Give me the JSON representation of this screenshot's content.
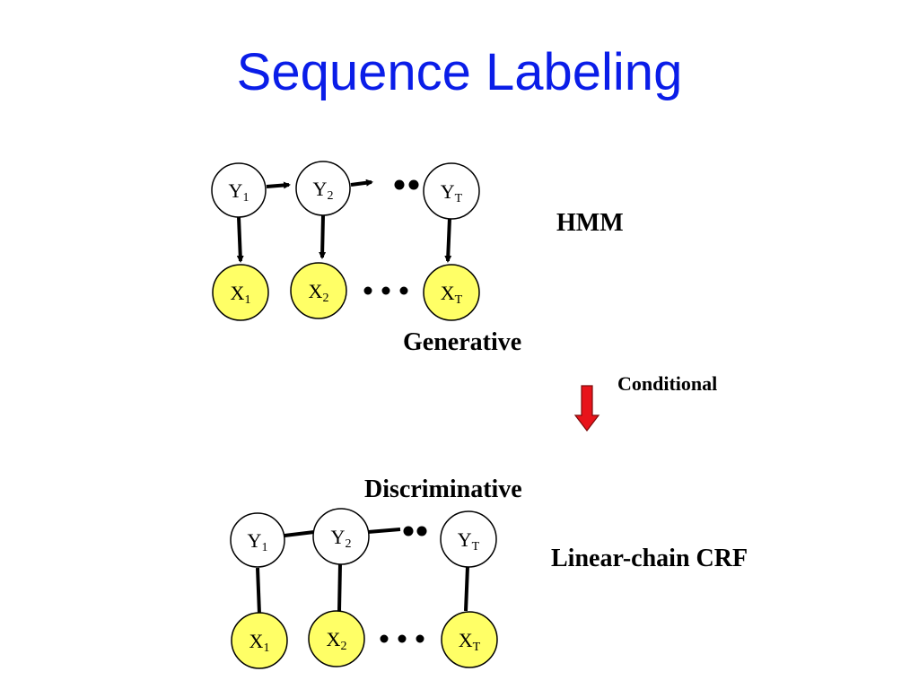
{
  "slide": {
    "title": "Sequence Labeling"
  },
  "colors": {
    "title": "#0a1de8",
    "observed_fill": "#ffff66",
    "hidden_fill": "#ffffff",
    "arrow_red": "#e8141b"
  },
  "hmm": {
    "label": "HMM",
    "caption": "Generative",
    "hidden_nodes": [
      {
        "letter": "Y",
        "sub": "1"
      },
      {
        "letter": "Y",
        "sub": "2"
      },
      {
        "letter": "Y",
        "sub": "T"
      }
    ],
    "observed_nodes": [
      {
        "letter": "X",
        "sub": "1"
      },
      {
        "letter": "X",
        "sub": "2"
      },
      {
        "letter": "X",
        "sub": "T"
      }
    ]
  },
  "transition": {
    "label": "Conditional"
  },
  "crf": {
    "label": "Linear-chain CRF",
    "caption": "Discriminative",
    "hidden_nodes": [
      {
        "letter": "Y",
        "sub": "1"
      },
      {
        "letter": "Y",
        "sub": "2"
      },
      {
        "letter": "Y",
        "sub": "T"
      }
    ],
    "observed_nodes": [
      {
        "letter": "X",
        "sub": "1"
      },
      {
        "letter": "X",
        "sub": "2"
      },
      {
        "letter": "X",
        "sub": "T"
      }
    ]
  }
}
